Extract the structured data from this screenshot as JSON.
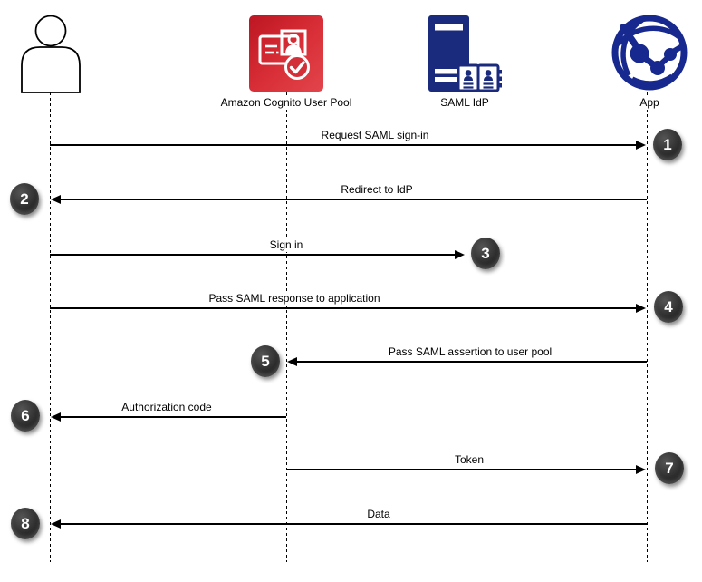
{
  "diagram": {
    "type": "sequence",
    "actors": [
      {
        "id": "user",
        "label": "",
        "icon": "person-icon"
      },
      {
        "id": "cognito",
        "label": "Amazon Cognito User Pool",
        "icon": "cognito-user-pool-icon"
      },
      {
        "id": "saml",
        "label": "SAML IdP",
        "icon": "saml-idp-server-book-icon"
      },
      {
        "id": "app",
        "label": "App",
        "icon": "app-globe-icon"
      }
    ],
    "messages": [
      {
        "step": "1",
        "label": "Request SAML sign-in",
        "from": "user",
        "to": "app"
      },
      {
        "step": "2",
        "label": "Redirect to IdP",
        "from": "app",
        "to": "user"
      },
      {
        "step": "3",
        "label": "Sign in",
        "from": "user",
        "to": "saml"
      },
      {
        "step": "4",
        "label": "Pass SAML response to application",
        "from": "user",
        "to": "app"
      },
      {
        "step": "5",
        "label": "Pass SAML assertion to user pool",
        "from": "app",
        "to": "cognito"
      },
      {
        "step": "6",
        "label": "Authorization code",
        "from": "cognito",
        "to": "user"
      },
      {
        "step": "7",
        "label": "Token",
        "from": "cognito",
        "to": "app"
      },
      {
        "step": "8",
        "label": "Data",
        "from": "app",
        "to": "user"
      }
    ],
    "colors": {
      "cognito_red_dark": "#bd1622",
      "cognito_red_light": "#e2454c",
      "navy_blue": "#1a2a7c",
      "badge_dark": "#2d2d2d",
      "line_black": "#000000"
    }
  }
}
